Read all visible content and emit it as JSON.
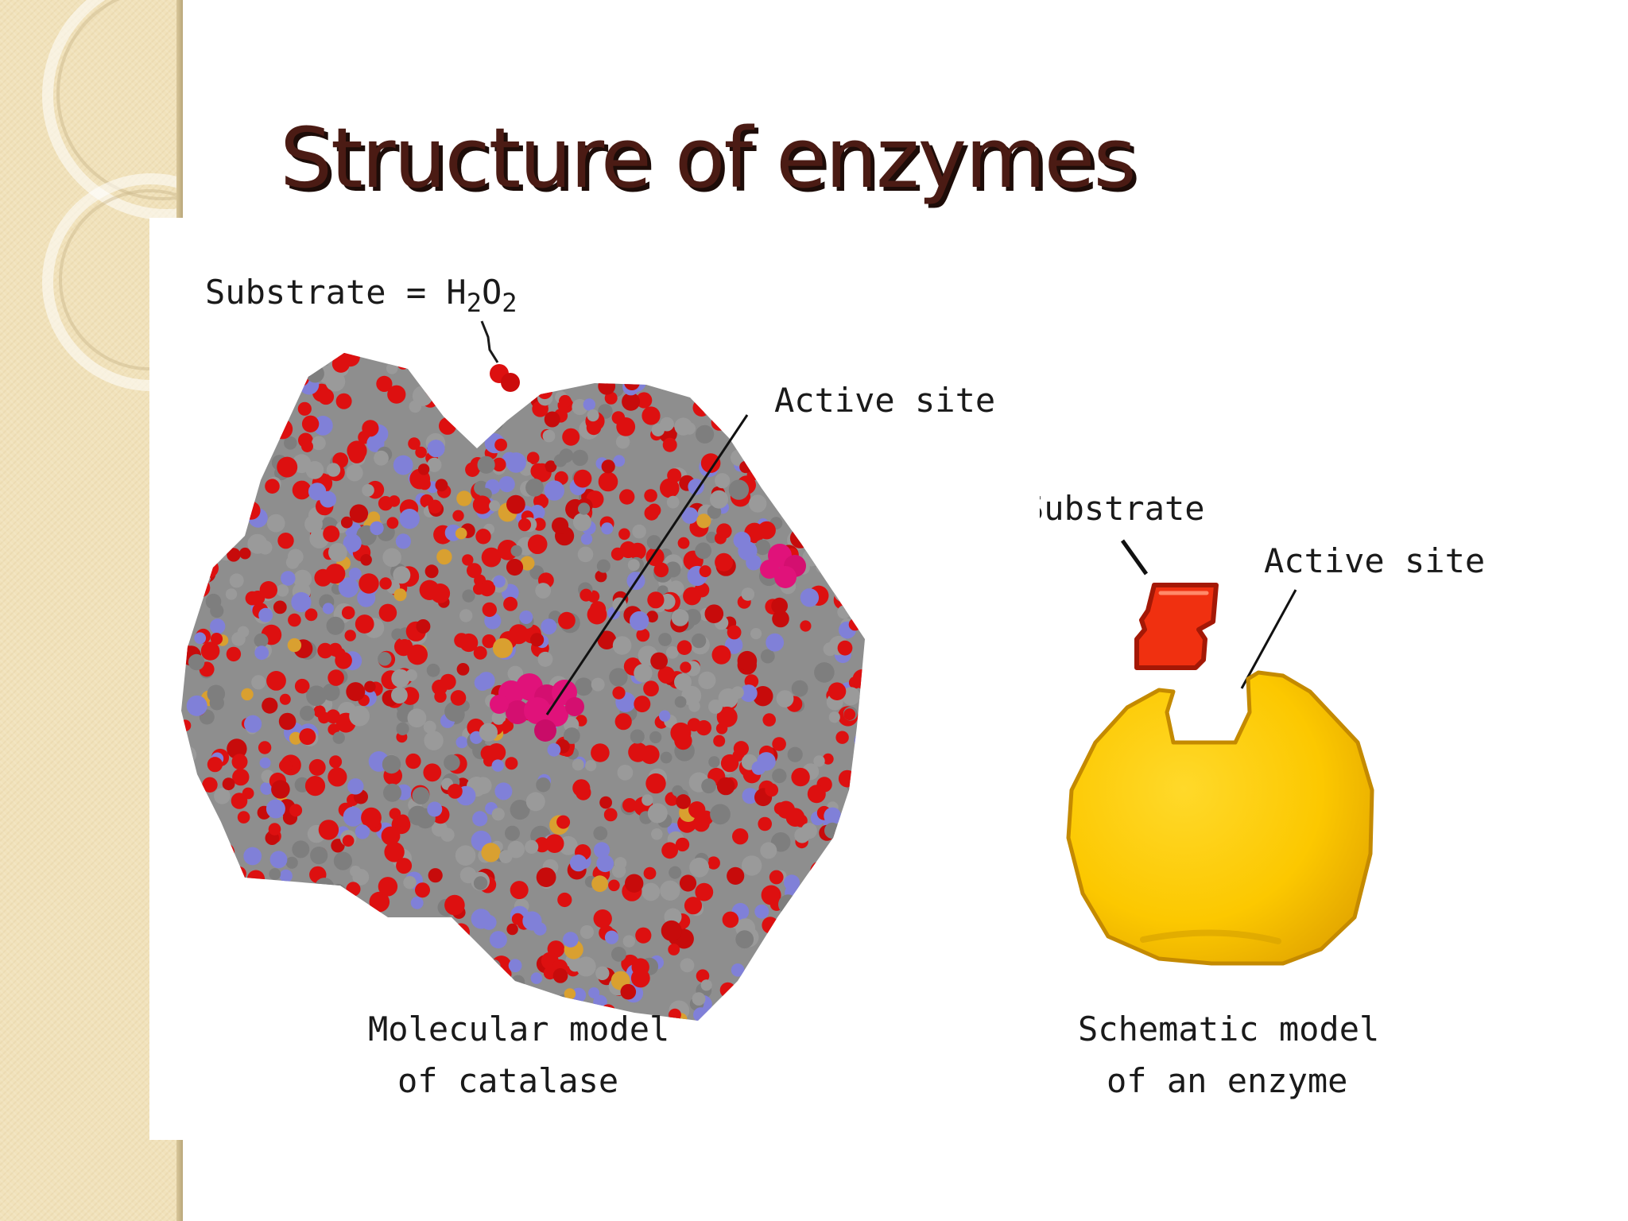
{
  "slide": {
    "title": "Structure of enzymes"
  },
  "diagram": {
    "substrate_h2o2_label": "Substrate = H",
    "sub_2a": "2",
    "o_letter": "O",
    "sub_2b": "2",
    "active_site_left_label": "Active site",
    "molecular_caption_line1": "Molecular model",
    "molecular_caption_line2": "of catalase",
    "substrate_label": "Substrate",
    "active_site_right_label": "Active site",
    "schematic_caption_line1": "Schematic model",
    "schematic_caption_line2": "of an enzyme"
  },
  "colors": {
    "title_text": "#4b1b14",
    "sidebar": "#f1e2bb",
    "protein_grey": "#8e8e8e",
    "oxygen_red": "#dd1010",
    "nitrogen_blue": "#8080d8",
    "active_site_magenta": "#e0127a",
    "enzyme_yellow": "#fcc800",
    "substrate_red": "#f03010"
  }
}
